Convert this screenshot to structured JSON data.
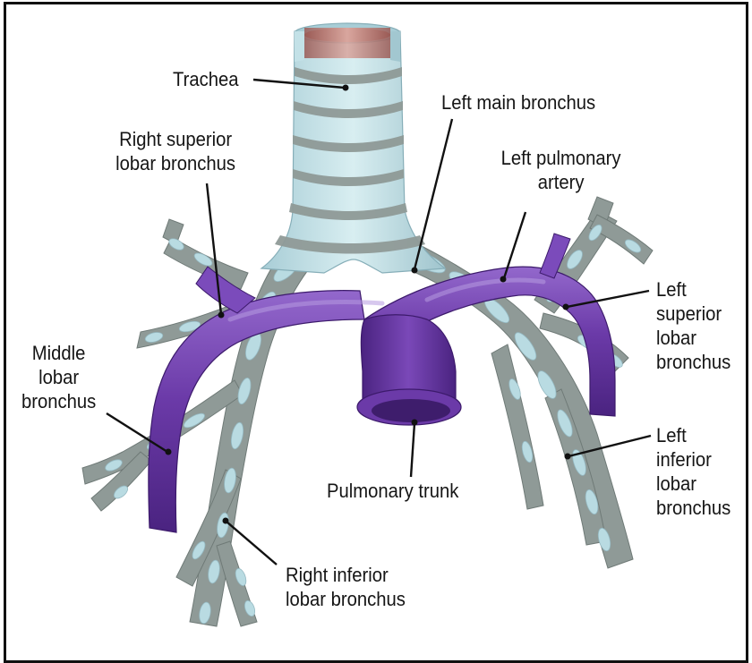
{
  "labels": {
    "trachea": "Trachea",
    "left_main_bronchus": "Left main bronchus",
    "right_superior_lobar_bronchus": "Right superior lobar bronchus",
    "left_pulmonary_artery": "Left pulmonary artery",
    "left_superior_lobar_bronchus": "Left superior lobar bronchus",
    "middle_lobar_bronchus": "Middle lobar bronchus",
    "left_inferior_lobar_bronchus": "Left inferior lobar bronchus",
    "pulmonary_trunk": "Pulmonary trunk",
    "right_inferior_lobar_bronchus": "Right inferior lobar bronchus"
  },
  "colors": {
    "cartilage": "#b9dbe2",
    "cartilage_light": "#d6ecef",
    "membrane": "#8f9a97",
    "artery": "#6b3aa8",
    "artery_dark": "#4a2380",
    "artery_light": "#9a6fd0",
    "lumen": "#b87a74"
  }
}
